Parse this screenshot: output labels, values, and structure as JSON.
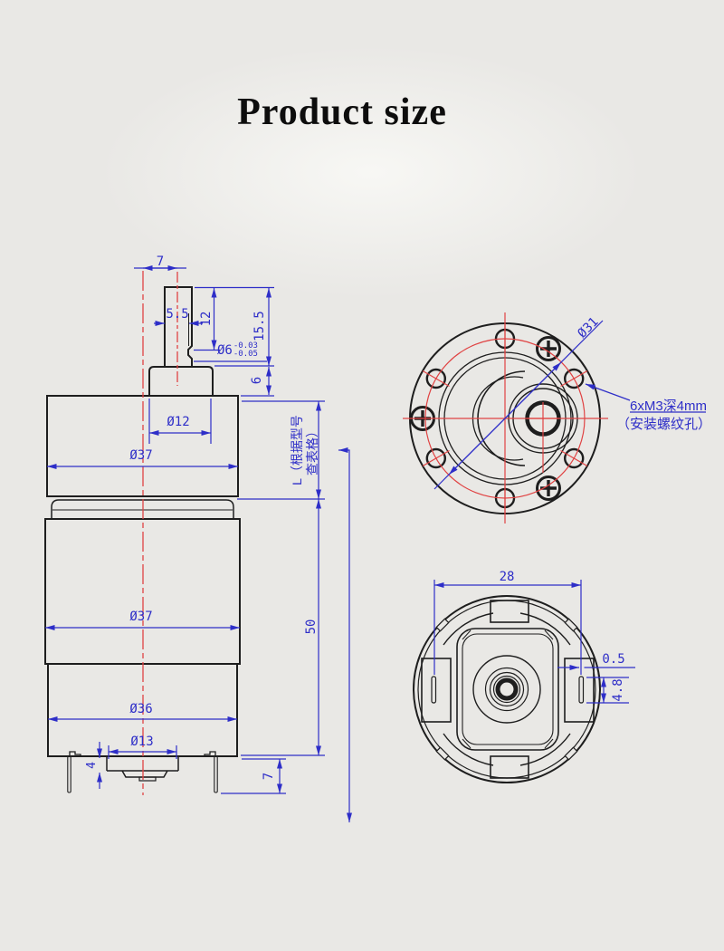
{
  "title": "Product size",
  "colors": {
    "background": "#e9e8e5",
    "outline": "#1e1e1e",
    "dimension_blue": "#2e2ec8",
    "centerline_red": "#e04343"
  },
  "side_view": {
    "shaft_offset": "7",
    "shaft_flat_width": "5.5",
    "shaft_flat_length": "12",
    "shaft_length": "15.5",
    "shaft_diameter": "Ø6",
    "shaft_tol_upper": "-0.03",
    "shaft_tol_lower": "-0.05",
    "bearing_boss_height": "6",
    "bearing_boss_diameter": "Ø12",
    "gearbox_diameter": "Ø37",
    "gearbox_length_line1": "L（根据型号",
    "gearbox_length_line2": "查表格）",
    "motor_diameter": "Ø37",
    "motor_length": "50",
    "motor_can_diameter": "Ø36",
    "endcap_diameter": "Ø13",
    "endcap_height": "4",
    "terminal_pin_length": "7"
  },
  "front_view": {
    "bolt_circle_diameter": "Ø31",
    "mounting_note_line1": "6xM3深4mm",
    "mounting_note_line2": "（安装螺纹孔）"
  },
  "rear_view": {
    "terminal_spacing": "28",
    "terminal_thickness": "0.5",
    "terminal_width": "4.8"
  }
}
